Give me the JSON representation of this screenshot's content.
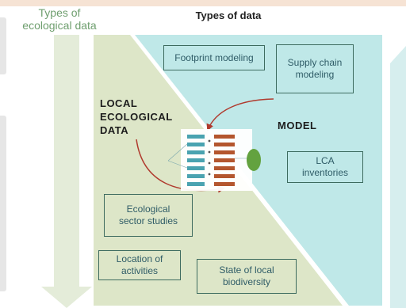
{
  "header": {
    "left_title_line1": "Types of",
    "left_title_line2": "ecological data",
    "center_title": "Types of data"
  },
  "regions": {
    "local_line1": "LOCAL",
    "local_line2": "ECOLOGICAL",
    "local_line3": "DATA",
    "model": "MODEL"
  },
  "boxes": {
    "footprint": "Footprint modeling",
    "supply_line1": "Supply chain",
    "supply_line2": "modeling",
    "lca_line1": "LCA",
    "lca_line2": "inventories",
    "sector_line1": "Ecological",
    "sector_line2": "sector studies",
    "location_line1": "Location of",
    "location_line2": "activities",
    "biodiv_line1": "State of local",
    "biodiv_line2": "biodiversity"
  },
  "colors": {
    "green_region": "#dde6c8",
    "teal_region": "#bfe8e8",
    "arrow_red": "#b03a2e",
    "box_border": "#3d6b5f",
    "box_text": "#2f5c67",
    "header_green": "#6f9f6f"
  }
}
